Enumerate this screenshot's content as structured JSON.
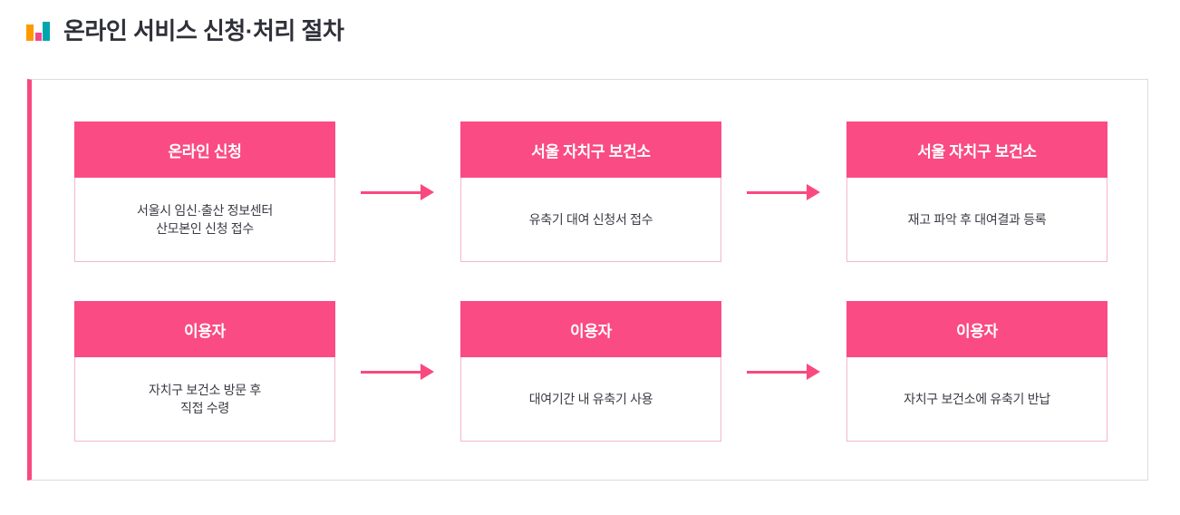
{
  "header": {
    "title": "온라인 서비스 신청·처리 절차",
    "icon": "bar-chart-icon",
    "icon_colors": {
      "orange": "#ff9900",
      "pink": "#f5468a",
      "teal": "#00a6ae"
    },
    "title_color": "#2f3038"
  },
  "theme": {
    "accent": "#fa4b84",
    "accent_bar": "#f7497f",
    "arrow": "#f9497f",
    "card_border": "#f3b8ce",
    "panel_border": "#dcdce0",
    "body_text": "#3b3b44"
  },
  "diagram": {
    "type": "process-flow",
    "connector": "arrow-right-icon",
    "rows": [
      {
        "steps": [
          {
            "heading": "온라인 신청",
            "description": "서울시 임신·출산 정보센터\n산모본인 신청 접수"
          },
          {
            "heading": "서울 자치구 보건소",
            "description": "유축기 대여 신청서 접수"
          },
          {
            "heading": "서울 자치구 보건소",
            "description": "재고 파악 후 대여결과 등록"
          }
        ]
      },
      {
        "steps": [
          {
            "heading": "이용자",
            "description": "자치구 보건소 방문 후\n직접 수령"
          },
          {
            "heading": "이용자",
            "description": "대여기간 내 유축기 사용"
          },
          {
            "heading": "이용자",
            "description": "자치구 보건소에 유축기 반납"
          }
        ]
      }
    ]
  }
}
